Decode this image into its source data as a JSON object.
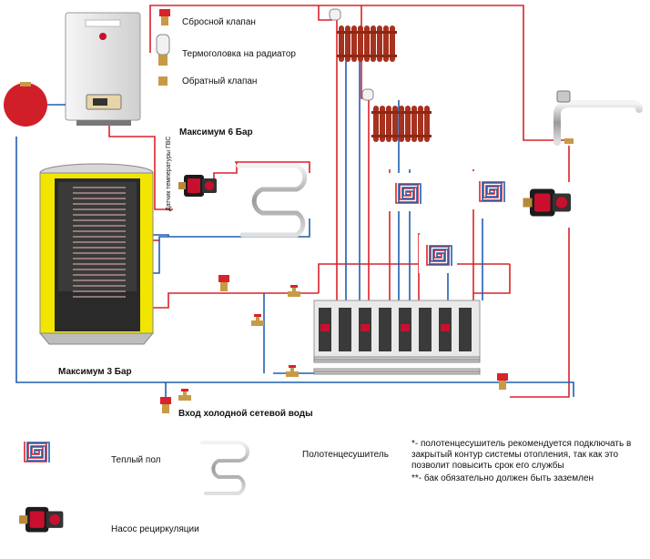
{
  "legend_top": {
    "relief_valve": "Сбросной клапан",
    "thermo_head": "Термоголовка на радиатор",
    "check_valve": "Обратный клапан"
  },
  "labels": {
    "max_6_bar": "Максимум 6 Бар",
    "max_3_bar": "Максимум 3 Бар",
    "cold_water_inlet": "Вход холодной сетевой воды",
    "dhw_sensor": "Датчик температуры ГВС"
  },
  "legend_bottom": {
    "warm_floor": "Теплый пол",
    "towel_rail": "Полотенцесушитель",
    "recirc_pump": "Насос рециркуляции"
  },
  "notes": [
    "*- полотенцесушитель рекомендуется подключать в закрытый контур системы отопления, так как это позволит повысить срок его службы",
    "**- бак обязательно должен быть заземлен"
  ],
  "colors": {
    "hot_pipe": "#d8232a",
    "cold_pipe": "#1f5fb0",
    "tank_yellow": "#f2e600",
    "tank_dark": "#2a2a2a",
    "radiator": "#a7321f",
    "pump_red": "#c8102e"
  },
  "icons": [
    "relief-valve-icon",
    "thermo-head-icon",
    "check-valve-icon",
    "boiler-icon",
    "expansion-tank-icon",
    "pump-icon",
    "towel-rail-icon",
    "radiator-icon",
    "warm-floor-icon",
    "manifold-icon",
    "faucet-icon"
  ]
}
